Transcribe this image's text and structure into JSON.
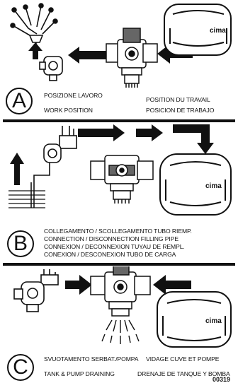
{
  "panels": {
    "a": {
      "letter": "A",
      "caption_it": "POSIZIONE LAVORO",
      "caption_en": "WORK POSITION",
      "caption_fr": "POSITION DU TRAVAIL",
      "caption_es": "POSICION DE TRABAJO",
      "brand": "cima"
    },
    "b": {
      "letter": "B",
      "caption_lines": [
        "COLLEGAMENTO / SCOLLEGAMENTO   TUBO RIEMP.",
        "CONNECTION / DISCONNECTION FILLING PIPE",
        "CONNEXION / DECONNEXION TUYAU DE REMPL.",
        "CONEXION / DESCONEXION TUBO DE CARGA"
      ],
      "brand": "cima"
    },
    "c": {
      "letter": "C",
      "caption_it": "SVUOTAMENTO SERBAT./POMPA",
      "caption_en": "TANK & PUMP  DRAINING",
      "caption_fr": "VIDAGE CUVE ET POMPE",
      "caption_es": "DRENAJE DE TANQUE Y BOMBA",
      "brand": "cima"
    }
  },
  "figure_code": "00319",
  "icons": [
    "sprayer-nozzle-icon",
    "pump-valve-icon",
    "tank-icon",
    "filling-pipe-icon",
    "arrow-icon",
    "drain-spray-icon"
  ]
}
